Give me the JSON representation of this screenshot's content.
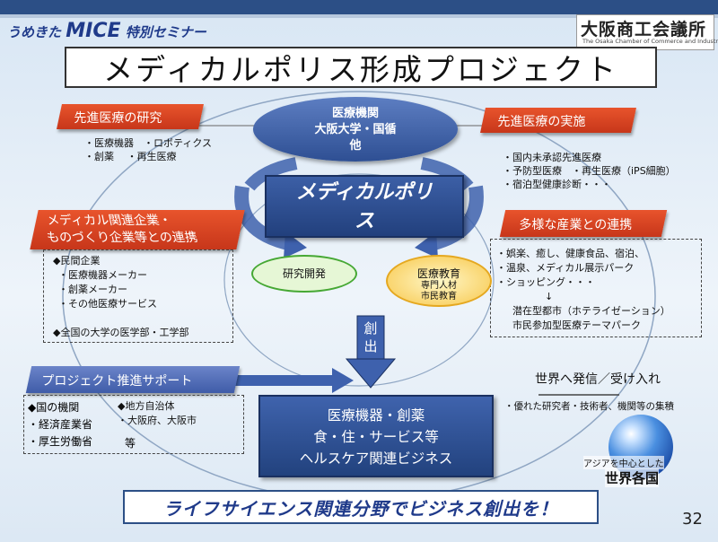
{
  "header": {
    "banner_prefix": "うめきた",
    "banner_mice": "MICE",
    "banner_suffix": "特別セミナー",
    "logo_main": "大阪商工会議所",
    "logo_sub": "The Osaka Chamber of Commerce and Industry"
  },
  "title": "メディカルポリス形成プロジェクト",
  "top_ellipse": [
    "医療機関",
    "大阪大学・国循",
    "他"
  ],
  "center_box": [
    "メディカルポリ",
    "ス"
  ],
  "left_top": {
    "label": "先進医療の研究",
    "items": [
      "・医療機器　・ロボティクス",
      "・創薬　 ・再生医療"
    ]
  },
  "right_top": {
    "label": "先進医療の実施",
    "items": [
      "・国内未承認先進医療",
      "・予防型医療　・再生医療（iPS細胞）",
      "・宿泊型健康診断・・・"
    ]
  },
  "left_mid": {
    "label_lines": [
      "メディカル関連企業・",
      "ものづくり企業等との連携"
    ],
    "items": [
      "◆民間企業",
      "・医療機器メーカー",
      "・創薬メーカー",
      "・その他医療サービス"
    ],
    "items2": "◆全国の大学の医学部・工学部"
  },
  "right_mid": {
    "label": "多様な産業との連携",
    "items": [
      "・娯楽、癒し、健康食品、宿泊、",
      "・温泉、メディカル展示パーク",
      "・ショッピング・・・",
      "↓",
      "潜在型都市（ホテライゼーション）",
      "市民参加型医療テーマパーク"
    ]
  },
  "green_ellipse": "研究開発",
  "yellow_ellipse": {
    "title": "医療教育",
    "lines": [
      "専門人材",
      "市民教育"
    ]
  },
  "down_arrow": [
    "創",
    "出"
  ],
  "support": {
    "label": "プロジェクト推進サポート",
    "col1": [
      "◆国の機関",
      "・経済産業省",
      "・厚生労働省"
    ],
    "col2": [
      "◆地方自治体",
      "・大阪府、大阪市"
    ],
    "tail": "等"
  },
  "bottom_box": [
    "医療機器・創薬",
    "食・住・サービス等",
    "ヘルスケア関連ビジネス"
  ],
  "world": {
    "heading": "世界へ発信／受け入れ",
    "item": "・優れた研究者・技術者、機関等の集積",
    "globe_caption": "アジアを中心とした",
    "globe_title": "世界各国"
  },
  "slogan": "ライフサイエンス関連分野でビジネス創出を！",
  "page_number": "32",
  "colors": {
    "brand_blue": "#2c4f86",
    "accent_red": "#d8441f",
    "box_blue": "#2e4f93"
  }
}
